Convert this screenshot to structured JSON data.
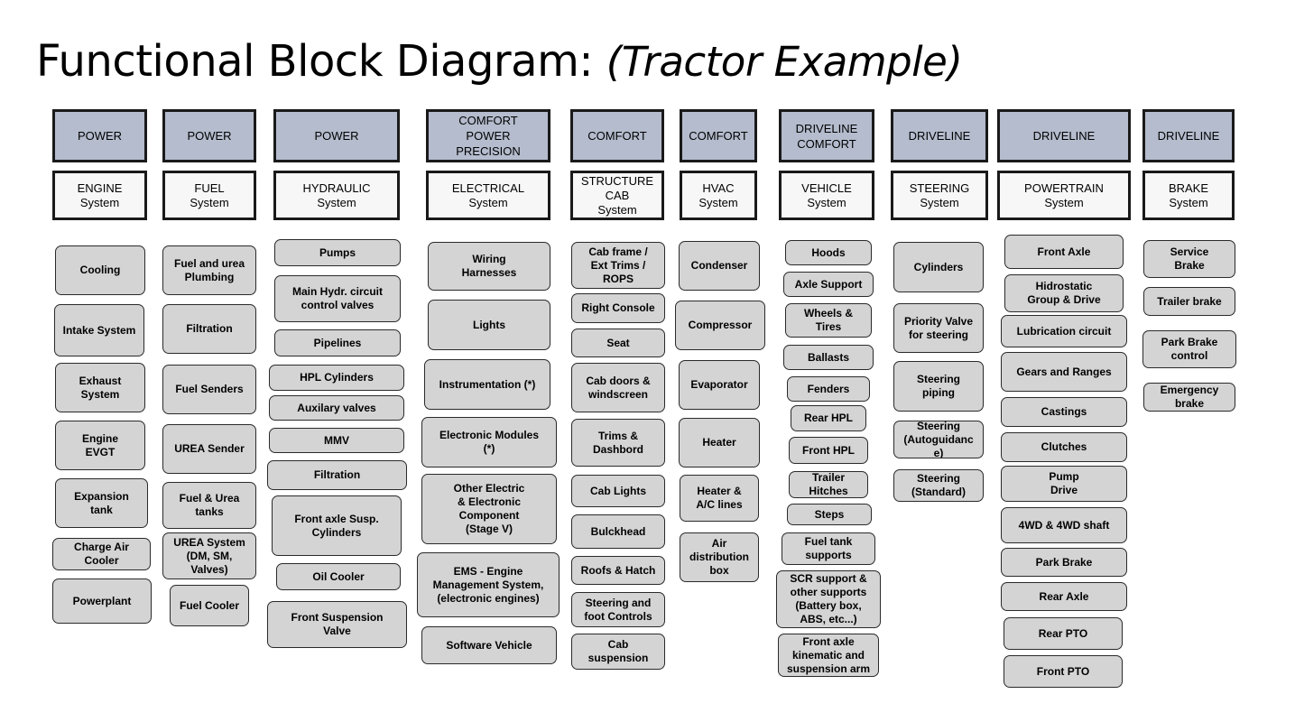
{
  "title": {
    "main": "Functional Block Diagram:",
    "sub": "(Tractor Example)"
  },
  "columns": [
    {
      "category": "POWER",
      "system": "ENGINE\nSystem",
      "components": [
        "Cooling",
        "Intake System",
        "Exhaust\nSystem",
        "Engine\nEVGT",
        "Expansion\ntank",
        "Charge Air\nCooler",
        "Powerplant"
      ]
    },
    {
      "category": "POWER",
      "system": "FUEL\nSystem",
      "components": [
        "Fuel and urea\nPlumbing",
        "Filtration",
        "Fuel Senders",
        "UREA Sender",
        "Fuel & Urea\ntanks",
        "UREA System\n(DM, SM,\nValves)",
        "Fuel Cooler"
      ]
    },
    {
      "category": "POWER",
      "system": "HYDRAULIC\nSystem",
      "components": [
        "Pumps",
        "Main Hydr. circuit\ncontrol valves",
        "Pipelines",
        "HPL Cylinders",
        "Auxilary valves",
        "MMV",
        "Filtration",
        "Front axle Susp.\nCylinders",
        "Oil Cooler",
        "Front Suspension\nValve"
      ]
    },
    {
      "category": "COMFORT\nPOWER\nPRECISION",
      "system": "ELECTRICAL\nSystem",
      "components": [
        "Wiring\nHarnesses",
        "Lights",
        "Instrumentation (*)",
        "Electronic Modules\n(*)",
        "Other Electric\n& Electronic\nComponent\n(Stage V)",
        "EMS - Engine\nManagement System,\n(electronic engines)",
        "Software Vehicle"
      ]
    },
    {
      "category": "COMFORT",
      "system": "STRUCTURE\nCAB\nSystem",
      "components": [
        "Cab frame /\nExt Trims /\nROPS",
        "Right Console",
        "Seat",
        "Cab doors &\nwindscreen",
        "Trims &\nDashbord",
        "Cab Lights",
        "Bulckhead",
        "Roofs & Hatch",
        "Steering and\nfoot Controls",
        "Cab\nsuspension"
      ]
    },
    {
      "category": "COMFORT",
      "system": "HVAC\nSystem",
      "components": [
        "Condenser",
        "Compressor",
        "Evaporator",
        "Heater",
        "Heater &\nA/C lines",
        "Air\ndistribution\nbox"
      ]
    },
    {
      "category": "DRIVELINE\nCOMFORT",
      "system": "VEHICLE\nSystem",
      "components": [
        "Hoods",
        "Axle Support",
        "Wheels &\nTires",
        "Ballasts",
        "Fenders",
        "Rear HPL",
        "Front HPL",
        "Trailer\nHitches",
        "Steps",
        "Fuel tank\nsupports",
        "SCR support  &\nother supports\n(Battery box,\nABS, etc...)",
        "Front axle\nkinematic and\nsuspension arm"
      ]
    },
    {
      "category": "DRIVELINE",
      "system": "STEERING\nSystem",
      "components": [
        "Cylinders",
        "Priority Valve\nfor steering",
        "Steering\npiping",
        "Steering\n(Autoguidanc\ne)",
        "Steering\n(Standard)"
      ]
    },
    {
      "category": "DRIVELINE",
      "system": "POWERTRAIN\nSystem",
      "components": [
        "Front Axle",
        "Hidrostatic\nGroup &  Drive",
        "Lubrication circuit",
        "Gears and Ranges",
        "Castings",
        "Clutches",
        "Pump\nDrive",
        "4WD & 4WD shaft",
        "Park Brake",
        "Rear Axle",
        "Rear PTO",
        "Front PTO"
      ]
    },
    {
      "category": "DRIVELINE",
      "system": "BRAKE\nSystem",
      "components": [
        "Service\nBrake",
        "Trailer brake",
        "Park Brake\ncontrol",
        "Emergency\nbrake"
      ]
    }
  ]
}
